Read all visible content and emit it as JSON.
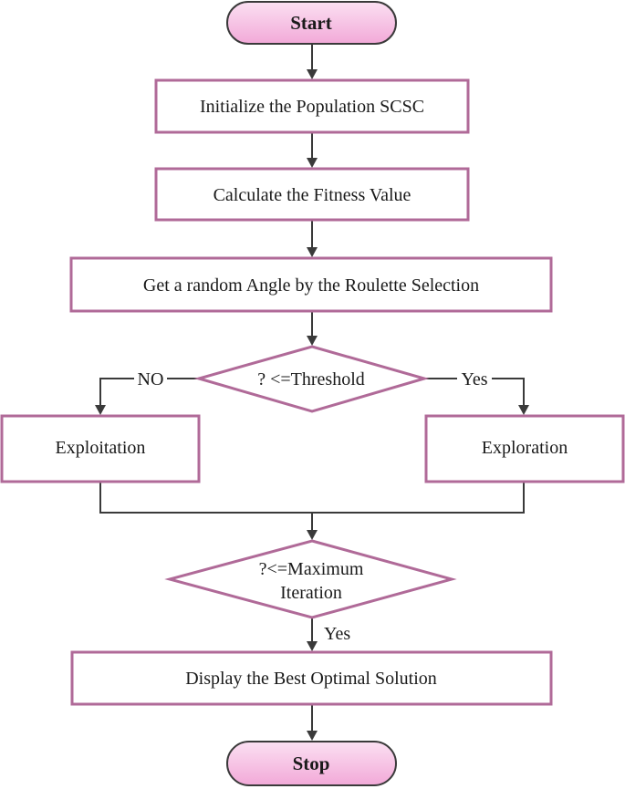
{
  "colors": {
    "box_border": "#b06a98",
    "terminal_fill_top": "#fbe0f2",
    "terminal_fill_bottom": "#f2a9d8",
    "connector": "#3a3a3a"
  },
  "nodes": {
    "start": "Start",
    "init": "Initialize the Population SCSC",
    "fitness": "Calculate the Fitness Value",
    "angle": "Get a random Angle by the Roulette Selection",
    "threshold": "? <=Threshold",
    "exploitation": "Exploitation",
    "exploration": "Exploration",
    "max_iter_line1": "?<=Maximum",
    "max_iter_line2": "Iteration",
    "display": "Display the Best Optimal Solution",
    "stop": "Stop"
  },
  "edge_labels": {
    "no": "NO",
    "yes_right": "Yes",
    "yes_down": "Yes"
  }
}
